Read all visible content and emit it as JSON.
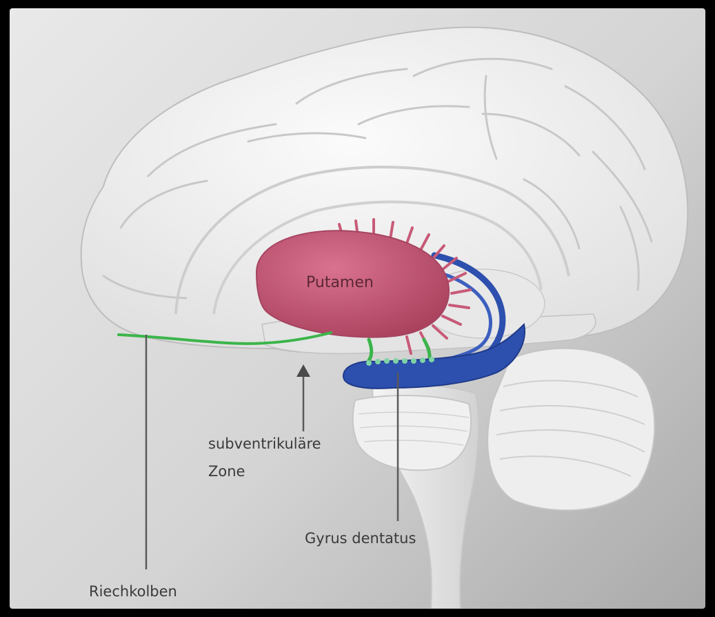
{
  "labels": {
    "putamen": "Putamen",
    "svz_line1": "subventrikuläre",
    "svz_line2": "Zone",
    "gyrus": "Gyrus dentatus",
    "riechkolben": "Riechkolben"
  },
  "colors": {
    "brain": "#f1f1f1",
    "sulcus": "#c9c9c9",
    "putamen": "#c85a78",
    "blue": "#2d4fae",
    "green": "#3bb54a",
    "leader": "#5a5a5a"
  }
}
